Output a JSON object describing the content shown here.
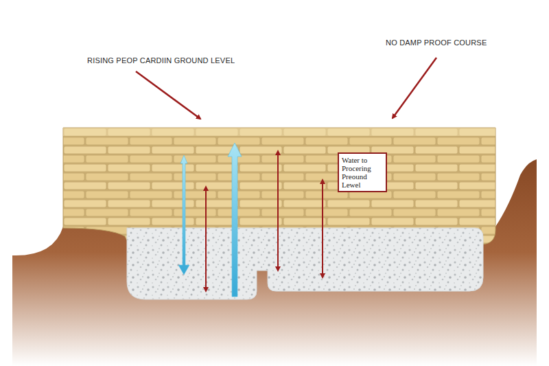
{
  "diagram": {
    "nodes": [
      {
        "text": [
          "Water to Procering Preound Lewel"
        ]
      }
    ],
    "labels": [
      "RISING PEOP CARDIIN GROUND LEVEL",
      "NO DAMP PROOF COURSE"
    ]
  }
}
